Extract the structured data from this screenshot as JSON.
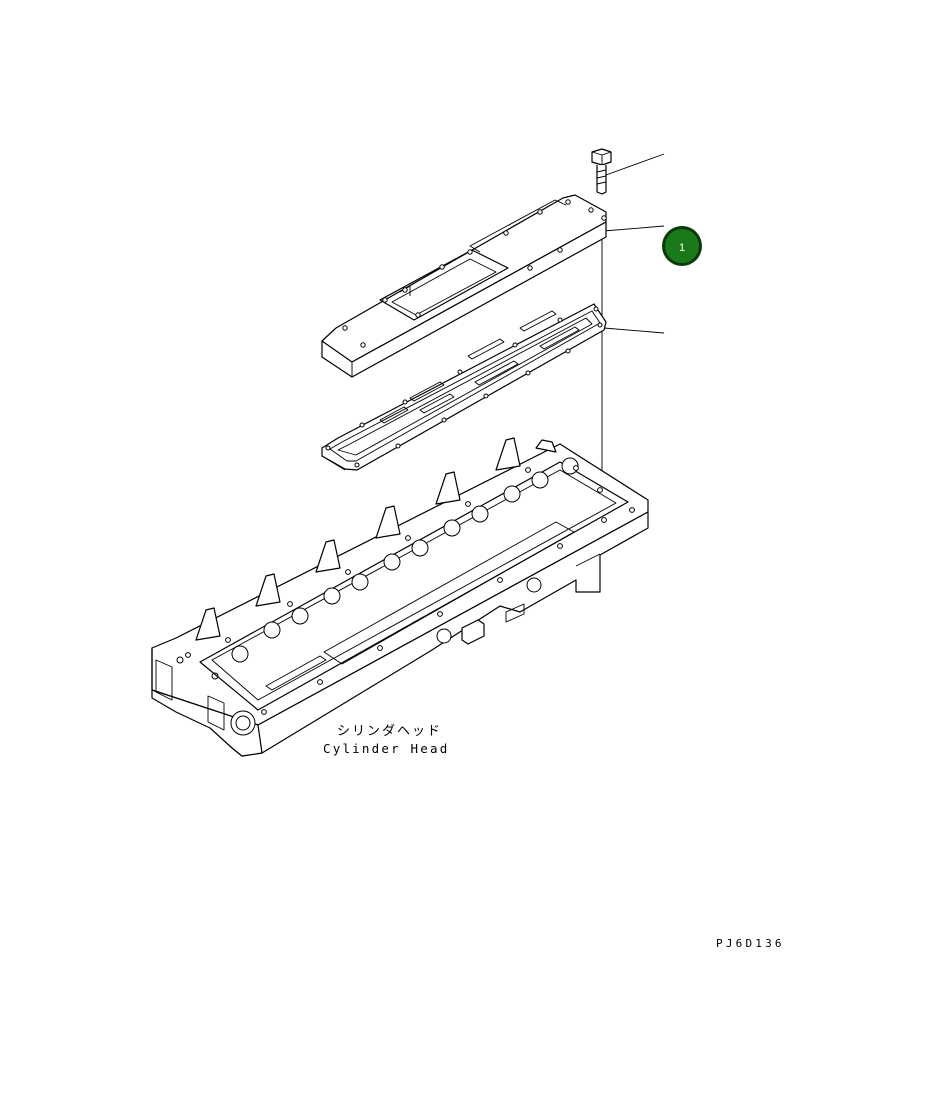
{
  "labels": {
    "part_name_jp": "シリンダヘッド",
    "part_name_en": "Cylinder Head",
    "drawing_code": "PJ6D136"
  },
  "callouts": [
    {
      "number": "1",
      "color": "#1a7a1a"
    }
  ],
  "colors": {
    "line": "#000000",
    "background": "#ffffff",
    "callout_fill": "#1a7a1a",
    "callout_ring": "#0a3a0a"
  }
}
